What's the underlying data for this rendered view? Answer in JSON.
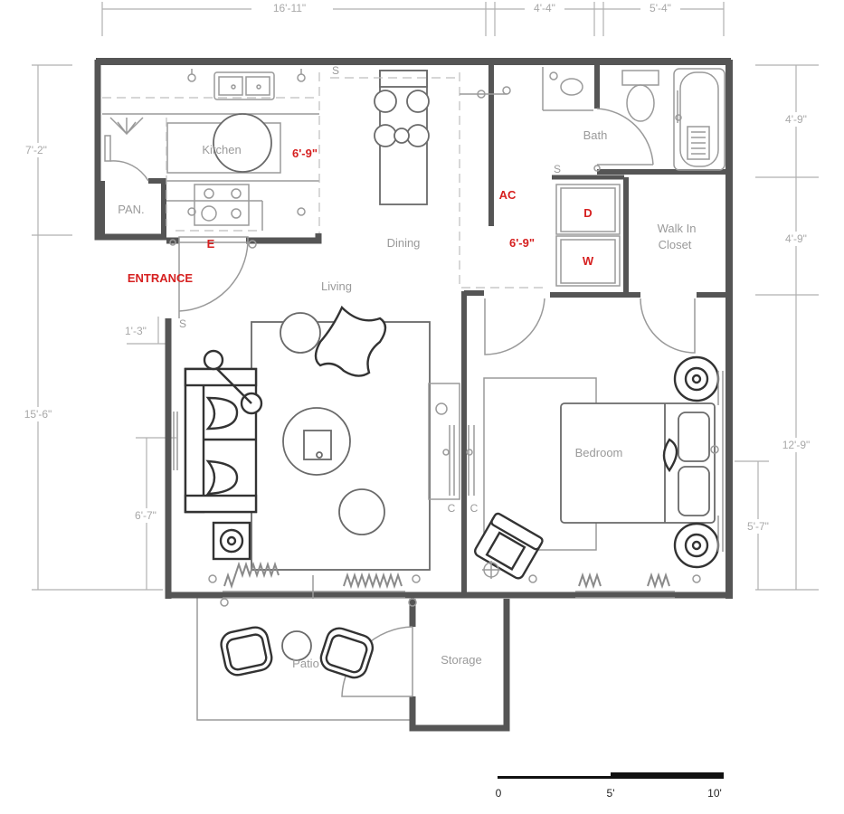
{
  "dimensions": {
    "top": [
      "16'-11\"",
      "4'-4\"",
      "5'-4\""
    ],
    "left": [
      "7'-2\"",
      "15'-6\"",
      "1'-3\"",
      "6'-7\""
    ],
    "right": [
      "4'-9\"",
      "4'-9\"",
      "12'-9\"",
      "5'-7\""
    ]
  },
  "rooms": {
    "kitchen": "Kitchen",
    "pantry": "PAN.",
    "dining": "Dining",
    "living": "Living",
    "bath": "Bath",
    "closet_line1": "Walk In",
    "closet_line2": "Closet",
    "bedroom": "Bedroom",
    "patio": "Patio",
    "storage": "Storage"
  },
  "annotations": {
    "kitchen_ceiling": "6'-9\"",
    "hall_ceiling": "6'-9\"",
    "ac": "AC",
    "dryer": "D",
    "washer": "W",
    "entrance_marker": "E",
    "entrance": "ENTRANCE",
    "switch": "S",
    "cable": "C"
  },
  "scale_bar": {
    "labels": [
      "0",
      "5'",
      "10'"
    ]
  },
  "colors": {
    "accent_red": "#d62020",
    "wall": "#555555",
    "line": "#9a9a9a"
  }
}
